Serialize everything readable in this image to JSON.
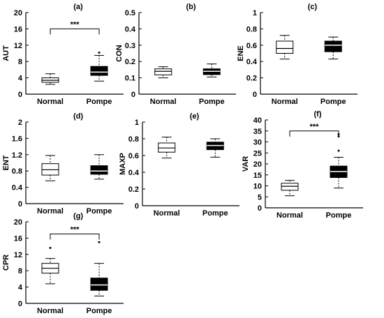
{
  "chart_data": [
    {
      "type": "box",
      "panel": "(a)",
      "ylabel": "AUT",
      "ylim": [
        0,
        20
      ],
      "yticks": [
        0,
        4,
        8,
        12,
        16,
        20
      ],
      "categories": [
        "Normal",
        "Pompe"
      ],
      "boxes": [
        {
          "category": "Normal",
          "fill": "#ffffff",
          "whisker_low": 2.4,
          "q1": 2.9,
          "median": 3.4,
          "q3": 4.0,
          "whisker_high": 5.0,
          "outliers": []
        },
        {
          "category": "Pompe",
          "fill": "#000000",
          "whisker_low": 3.2,
          "q1": 4.6,
          "median": 5.4,
          "q3": 6.8,
          "whisker_high": 9.5,
          "outliers": [
            10.2
          ]
        }
      ],
      "significance": {
        "between": [
          "Normal",
          "Pompe"
        ],
        "label": "***",
        "level": 16
      }
    },
    {
      "type": "box",
      "panel": "(b)",
      "ylabel": "CON",
      "ylim": [
        0,
        0.5
      ],
      "yticks": [
        0,
        0.1,
        0.2,
        0.3,
        0.4,
        0.5
      ],
      "categories": [
        "Normal",
        "Pompe"
      ],
      "boxes": [
        {
          "category": "Normal",
          "fill": "#ffffff",
          "whisker_low": 0.1,
          "q1": 0.118,
          "median": 0.14,
          "q3": 0.155,
          "whisker_high": 0.168,
          "outliers": []
        },
        {
          "category": "Pompe",
          "fill": "#000000",
          "whisker_low": 0.105,
          "q1": 0.12,
          "median": 0.14,
          "q3": 0.155,
          "whisker_high": 0.185,
          "outliers": []
        }
      ]
    },
    {
      "type": "box",
      "panel": "(c)",
      "ylabel": "ENE",
      "ylim": [
        0,
        1
      ],
      "yticks": [
        0,
        0.2,
        0.4,
        0.6,
        0.8,
        1
      ],
      "categories": [
        "Normal",
        "Pompe"
      ],
      "boxes": [
        {
          "category": "Normal",
          "fill": "#ffffff",
          "whisker_low": 0.43,
          "q1": 0.5,
          "median": 0.56,
          "q3": 0.65,
          "whisker_high": 0.72,
          "outliers": []
        },
        {
          "category": "Pompe",
          "fill": "#000000",
          "whisker_low": 0.43,
          "q1": 0.52,
          "median": 0.6,
          "q3": 0.65,
          "whisker_high": 0.7,
          "outliers": []
        }
      ]
    },
    {
      "type": "box",
      "panel": "(d)",
      "ylabel": "ENT",
      "ylim": [
        0,
        2
      ],
      "yticks": [
        0,
        0.4,
        0.8,
        1.2,
        1.6,
        2
      ],
      "categories": [
        "Normal",
        "Pompe"
      ],
      "boxes": [
        {
          "category": "Normal",
          "fill": "#ffffff",
          "whisker_low": 0.56,
          "q1": 0.7,
          "median": 0.83,
          "q3": 0.98,
          "whisker_high": 1.18,
          "outliers": []
        },
        {
          "category": "Pompe",
          "fill": "#000000",
          "whisker_low": 0.6,
          "q1": 0.72,
          "median": 0.8,
          "q3": 0.93,
          "whisker_high": 1.2,
          "outliers": []
        }
      ]
    },
    {
      "type": "box",
      "panel": "(e)",
      "ylabel": "MAXP",
      "ylim": [
        0,
        1
      ],
      "yticks": [
        0,
        0.2,
        0.4,
        0.6,
        0.8,
        1
      ],
      "categories": [
        "Normal",
        "Pompe"
      ],
      "boxes": [
        {
          "category": "Normal",
          "fill": "#ffffff",
          "whisker_low": 0.57,
          "q1": 0.64,
          "median": 0.69,
          "q3": 0.75,
          "whisker_high": 0.82,
          "outliers": []
        },
        {
          "category": "Pompe",
          "fill": "#000000",
          "whisker_low": 0.58,
          "q1": 0.67,
          "median": 0.72,
          "q3": 0.76,
          "whisker_high": 0.8,
          "outliers": []
        }
      ]
    },
    {
      "type": "box",
      "panel": "(f)",
      "ylabel": "VAR",
      "ylim": [
        0,
        40
      ],
      "yticks": [
        0,
        5,
        10,
        15,
        20,
        25,
        30,
        35,
        40
      ],
      "categories": [
        "Normal",
        "Pompe"
      ],
      "boxes": [
        {
          "category": "Normal",
          "fill": "#ffffff",
          "whisker_low": 5.5,
          "q1": 8.0,
          "median": 9.8,
          "q3": 11.2,
          "whisker_high": 12.5,
          "outliers": []
        },
        {
          "category": "Pompe",
          "fill": "#000000",
          "whisker_low": 9.0,
          "q1": 13.8,
          "median": 16.5,
          "q3": 19.0,
          "whisker_high": 23.0,
          "outliers": [
            26.0,
            32.5,
            33.5
          ]
        }
      ],
      "significance": {
        "between": [
          "Normal",
          "Pompe"
        ],
        "label": "***",
        "level": 35
      }
    },
    {
      "type": "box",
      "panel": "(g)",
      "ylabel": "CPR",
      "ylim": [
        0,
        20
      ],
      "yticks": [
        0,
        4,
        8,
        12,
        16,
        20
      ],
      "categories": [
        "Normal",
        "Pompe"
      ],
      "boxes": [
        {
          "category": "Normal",
          "fill": "#ffffff",
          "whisker_low": 4.8,
          "q1": 7.4,
          "median": 8.6,
          "q3": 9.8,
          "whisker_high": 11.0,
          "outliers": [
            13.6
          ]
        },
        {
          "category": "Pompe",
          "fill": "#000000",
          "whisker_low": 1.8,
          "q1": 3.2,
          "median": 4.5,
          "q3": 6.2,
          "whisker_high": 9.8,
          "outliers": [
            15.0
          ]
        }
      ],
      "significance": {
        "between": [
          "Normal",
          "Pompe"
        ],
        "label": "***",
        "level": 17
      }
    }
  ]
}
